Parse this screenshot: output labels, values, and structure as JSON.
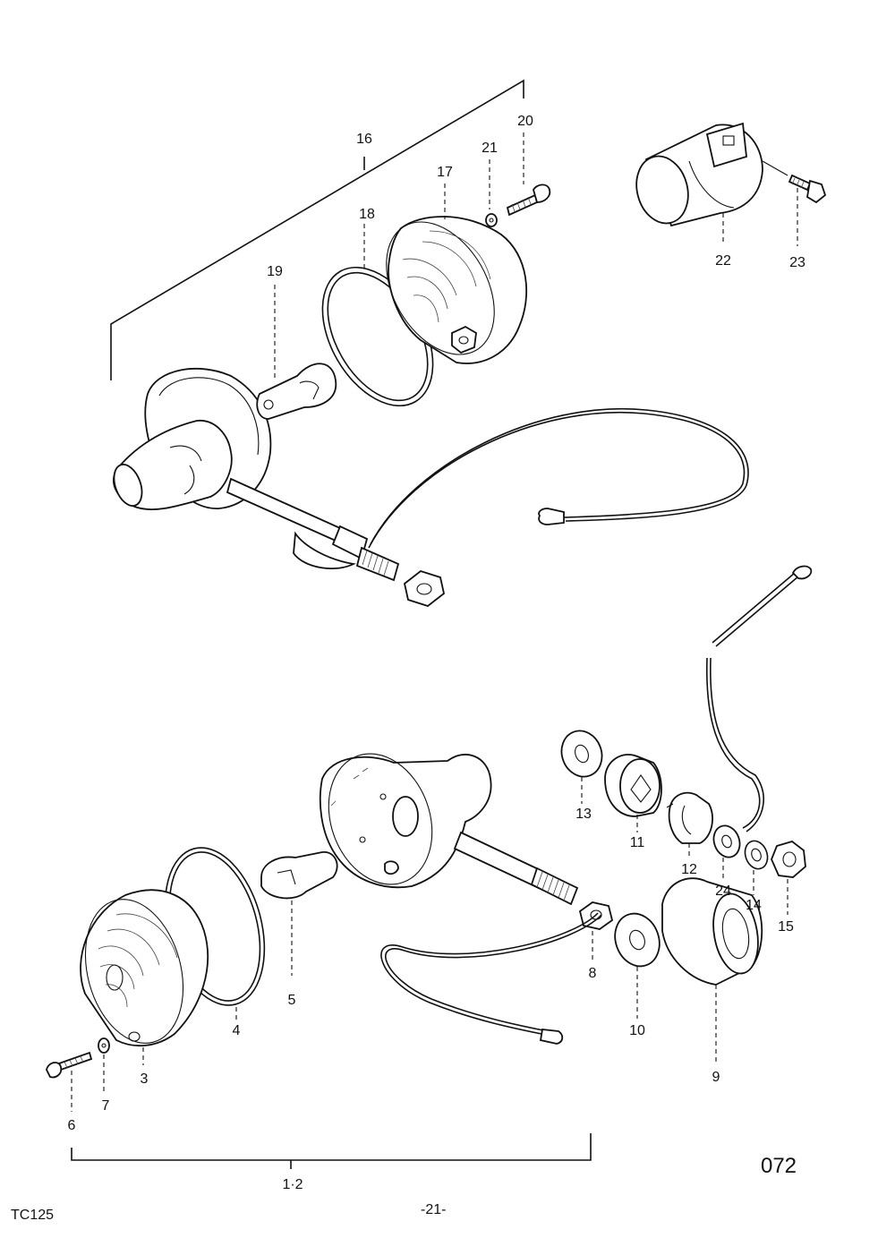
{
  "diagram": {
    "part_labels": {
      "p1_2": "1·2",
      "p3": "3",
      "p4": "4",
      "p5": "5",
      "p6": "6",
      "p7": "7",
      "p8": "8",
      "p9": "9",
      "p10": "10",
      "p11": "11",
      "p12": "12",
      "p13": "13",
      "p14": "14",
      "p15": "15",
      "p16": "16",
      "p17": "17",
      "p18": "18",
      "p19": "19",
      "p20": "20",
      "p21": "21",
      "p22": "22",
      "p23": "23",
      "p24": "24"
    },
    "figure_number": "072"
  },
  "footer": {
    "model": "TC125",
    "page": "-21-"
  }
}
